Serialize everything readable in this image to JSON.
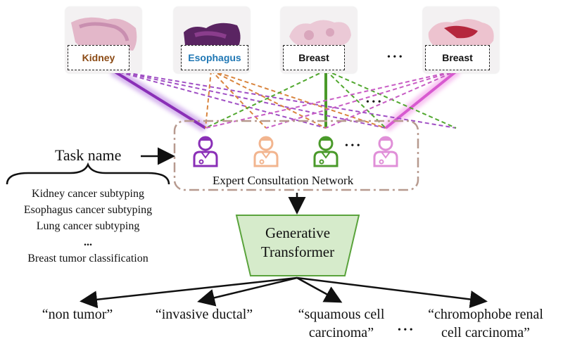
{
  "slides": [
    {
      "label": "Kidney",
      "label_color": "#8b4a14"
    },
    {
      "label": "Esophagus",
      "label_color": "#1f77b4"
    },
    {
      "label": "Breast",
      "label_color": "#111111"
    },
    {
      "label": "Breast",
      "label_color": "#111111"
    }
  ],
  "ellipsis": "• • •",
  "network": {
    "label": "Expert Consultation Network",
    "expert_colors": [
      "#8a2fb7",
      "#f2b58f",
      "#4a9a2a",
      "#e08fd8"
    ],
    "ellipsis": "• • •"
  },
  "task": {
    "title": "Task name",
    "items": [
      "Kidney cancer subtyping",
      "Esophagus cancer subtyping",
      "Lung cancer subtyping",
      "...",
      "Breast tumor classification"
    ]
  },
  "generator": {
    "line1": "Generative",
    "line2": "Transformer"
  },
  "outputs": [
    {
      "line1": "“non tumor”",
      "line2": ""
    },
    {
      "line1": "“invasive ductal”",
      "line2": ""
    },
    {
      "line1": "“squamous cell",
      "line2": "carcinoma”"
    },
    {
      "line1": "“chromophobe renal",
      "line2": "cell carcinoma”"
    }
  ],
  "outputs_ellipsis": "• • •"
}
